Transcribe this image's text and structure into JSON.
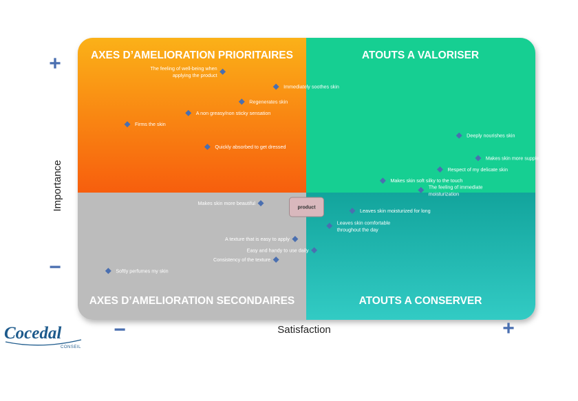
{
  "chart_data": {
    "type": "scatter",
    "title": "",
    "xlabel": "Satisfaction",
    "ylabel": "Importance",
    "quadrants": {
      "top_left": "AXES D’AMELIORATION  PRIORITAIRES",
      "top_right": "ATOUTS  A VALORISER",
      "bottom_left": "AXES D’AMELIORATION  SECONDAIRES",
      "bottom_right": "ATOUTS  A CONSERVER"
    },
    "axis_signs": {
      "positive": "+",
      "negative": "−"
    },
    "reference_label": "product",
    "points": [
      {
        "label": [
          "The feeling of well-being when",
          "applying the product"
        ],
        "x": 3.9,
        "y": 16.6,
        "anchor": "end"
      },
      {
        "label": [
          "Immediately  soothes skin"
        ],
        "x": 4.6,
        "y": 16.2,
        "anchor": "start"
      },
      {
        "label": [
          "Regenerates  skin"
        ],
        "x": 4.15,
        "y": 15.8,
        "anchor": "start"
      },
      {
        "label": [
          "A non greasy/non sticky sensation"
        ],
        "x": 3.45,
        "y": 15.5,
        "anchor": "start"
      },
      {
        "label": [
          "Firms the skin"
        ],
        "x": 2.65,
        "y": 15.2,
        "anchor": "start"
      },
      {
        "label": [
          "Quickly absorbed to get dressed"
        ],
        "x": 3.7,
        "y": 14.6,
        "anchor": "start"
      },
      {
        "label": [
          "Deeply nourishes skin"
        ],
        "x": 7.0,
        "y": 14.9,
        "anchor": "start"
      },
      {
        "label": [
          "Makes skin more supple"
        ],
        "x": 7.25,
        "y": 14.3,
        "anchor": "start"
      },
      {
        "label": [
          "Respect of my delicate skin"
        ],
        "x": 6.75,
        "y": 14.0,
        "anchor": "start"
      },
      {
        "label": [
          "Makes skin soft  silky to the touch"
        ],
        "x": 6.0,
        "y": 13.7,
        "anchor": "start"
      },
      {
        "label": [
          "The feeling of immediate",
          "moisturization"
        ],
        "x": 6.5,
        "y": 13.45,
        "anchor": "start"
      },
      {
        "label": [
          "Makes skin more beautiful"
        ],
        "x": 4.4,
        "y": 13.1,
        "anchor": "end"
      },
      {
        "label": [
          "Leaves  skin moisturized for long"
        ],
        "x": 5.6,
        "y": 12.9,
        "anchor": "start"
      },
      {
        "label": [
          "Leaves  skin comfortable",
          "throughout the day"
        ],
        "x": 5.3,
        "y": 12.5,
        "anchor": "start"
      },
      {
        "label": [
          "A texture that is easy to apply"
        ],
        "x": 4.85,
        "y": 12.15,
        "anchor": "end"
      },
      {
        "label": [
          "Easy and handy to use daily"
        ],
        "x": 5.1,
        "y": 11.85,
        "anchor": "end"
      },
      {
        "label": [
          "Consistency of the texture"
        ],
        "x": 4.6,
        "y": 11.6,
        "anchor": "end"
      },
      {
        "label": [
          "Softly perfumes my skin"
        ],
        "x": 2.4,
        "y": 11.3,
        "anchor": "start"
      }
    ],
    "reference": {
      "x": 5.0,
      "y": 13.0
    },
    "xlim": [
      2.0,
      8.0
    ],
    "ylim": [
      10.0,
      17.5
    ],
    "grid": false,
    "legend": "none",
    "colors": {
      "top_left_start": "#fbb118",
      "top_left_end": "#f75e0d",
      "top_right": "#16cf92",
      "bottom_left": "#bcbcbc",
      "bottom_right_start": "#12a49c",
      "bottom_right_end": "#32cbc4",
      "marker": "#4a6fb0",
      "axis_sign": "#4a6fb0"
    }
  },
  "brand": {
    "name": "Cocedal",
    "subtitle": "CONSEIL"
  }
}
